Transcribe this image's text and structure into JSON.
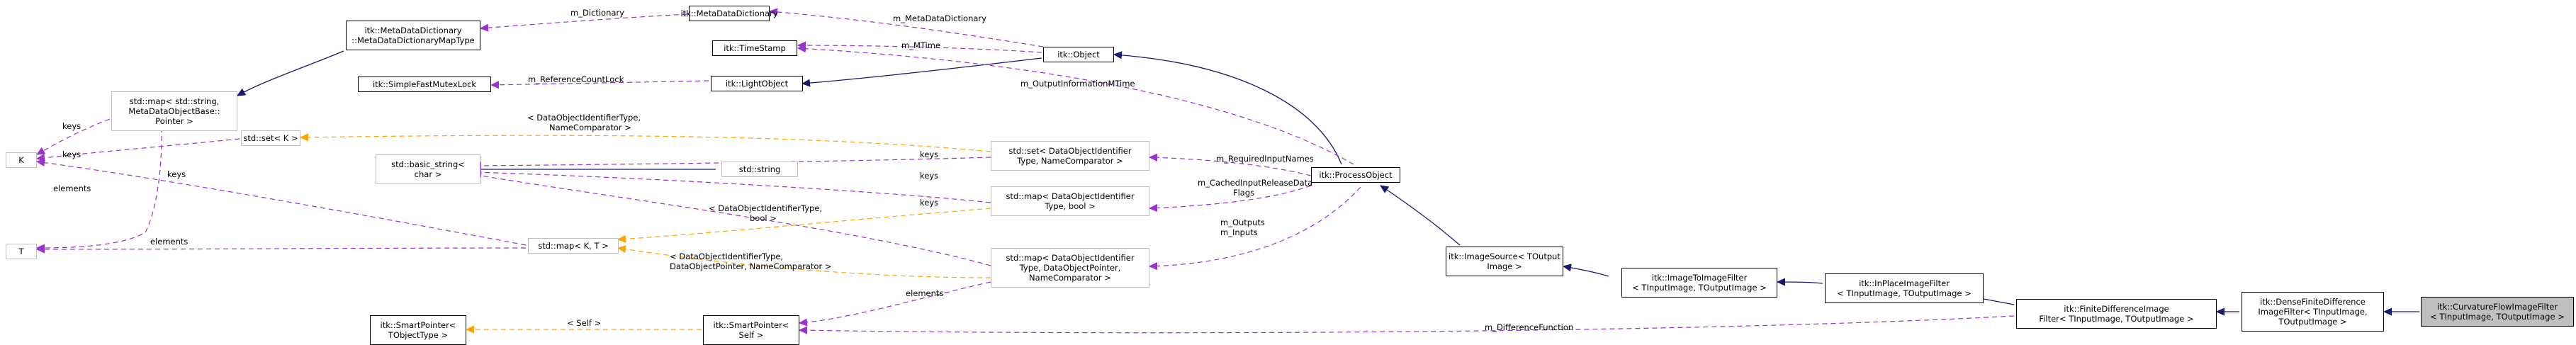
{
  "nodes": {
    "metadatadictionary_maptype": [
      "itk::MetaDataDictionary",
      "::MetaDataDictionaryMapType"
    ],
    "metadatadictionary": [
      "itk::MetaDataDictionary"
    ],
    "timestamp": [
      "itk::TimeStamp"
    ],
    "object": [
      "itk::Object"
    ],
    "simplefastmutexlock": [
      "itk::SimpleFastMutexLock"
    ],
    "lightobject": [
      "itk::LightObject"
    ],
    "std_map_string": [
      "std::map< std::string,",
      "MetaDataObjectBase::",
      "Pointer >"
    ],
    "k": [
      "K"
    ],
    "std_set_k": [
      "std::set< K >"
    ],
    "std_basic_string": [
      "std::basic_string<",
      "char >"
    ],
    "std_string": [
      "std::string"
    ],
    "std_set_dataobjectidentifier": [
      "std::set< DataObjectIdentifier",
      "Type, NameComparator >"
    ],
    "processobject": [
      "itk::ProcessObject"
    ],
    "std_map_dataobjectidentifier_bool": [
      "std::map< DataObjectIdentifier",
      "Type, bool >"
    ],
    "t": [
      "T"
    ],
    "std_map_k_t": [
      "std::map< K, T >"
    ],
    "std_map_dataobjectidentifier_pointer": [
      "std::map< DataObjectIdentifier",
      "Type, DataObjectPointer,",
      "NameComparator >"
    ],
    "imagesource": [
      "itk::ImageSource< TOutput",
      "Image >"
    ],
    "imagetoimagefilter": [
      "itk::ImageToImageFilter",
      "< TInputImage, TOutputImage >"
    ],
    "inplaceimagefilter": [
      "itk::InPlaceImageFilter",
      "< TInputImage, TOutputImage >"
    ],
    "smartpointer_tobjecttype": [
      "itk::SmartPointer<",
      "TObjectType >"
    ],
    "smartpointer_self": [
      "itk::SmartPointer<",
      "Self >"
    ],
    "finitedifferenceimagefilter": [
      "itk::FiniteDifferenceImage",
      "Filter< TInputImage, TOutputImage >"
    ],
    "densefinitedifferenceimagefilter": [
      "itk::DenseFiniteDifference",
      "ImageFilter< TInputImage,",
      "TOutputImage >"
    ],
    "curvatureflowimagefilter": [
      "itk::CurvatureFlowImageFilter",
      "< TInputImage, TOutputImage >"
    ]
  },
  "edge_labels": {
    "m_dictionary": [
      "m_Dictionary"
    ],
    "m_metadatadictionary": [
      "m_MetaDataDictionary"
    ],
    "m_mtime": [
      "m_MTime"
    ],
    "m_referencecountlock": [
      "m_ReferenceCountLock"
    ],
    "m_outputinformationmtime": [
      "m_OutputInformationMTime"
    ],
    "keys_1": [
      "keys"
    ],
    "keys_2": [
      "keys"
    ],
    "elements_1": [
      "elements"
    ],
    "set_dataobjectidentifiertype_namecomparator": [
      "< DataObjectIdentifierType,",
      "NameComparator >"
    ],
    "keys_3": [
      "keys"
    ],
    "keys_4": [
      "keys"
    ],
    "keys_5": [
      "keys"
    ],
    "keys_6": [
      "keys"
    ],
    "m_requiredinputnames": [
      "m_RequiredInputNames"
    ],
    "m_cachedinputreleasedataflags": [
      "m_CachedInputReleaseData",
      "Flags"
    ],
    "map_dataobjectidentifiertype_bool": [
      "< DataObjectIdentifierType,",
      "bool >"
    ],
    "m_outputs_m_inputs": [
      "m_Outputs",
      "m_Inputs"
    ],
    "elements_2": [
      "elements"
    ],
    "map_dataobjectidentifiertype_pointer": [
      "< DataObjectIdentifierType,",
      "DataObjectPointer, NameComparator >"
    ],
    "elements_3": [
      "elements"
    ],
    "self": [
      "< Self >"
    ],
    "m_differencefunction": [
      "m_DifferenceFunction"
    ]
  },
  "colors": {
    "inheritance": "#191970",
    "usage": "#9a32cd",
    "template": "#ffa500",
    "text": "#000000",
    "node_border": "#000000",
    "undocumented_border": "#bfbfbf",
    "focus_fill": "#bfbfbf"
  },
  "icons": {
    "inheritance": "hollow-triangle-arrowhead-icon",
    "usage": "open-arrowhead-icon"
  }
}
